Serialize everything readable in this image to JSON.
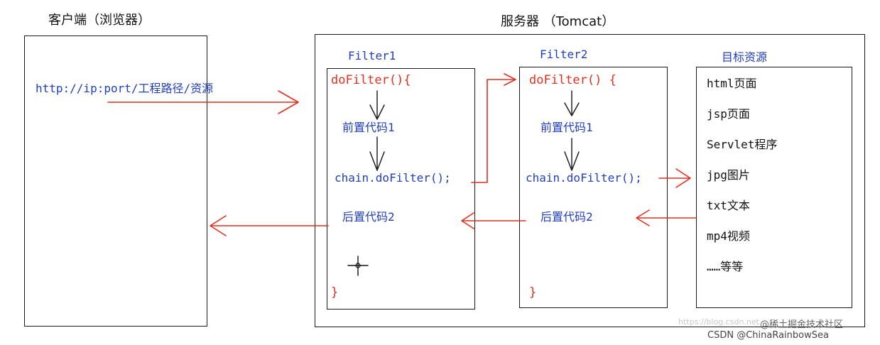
{
  "client": {
    "title": "客户端（浏览器）",
    "url": "http://ip:port/工程路径/资源"
  },
  "server": {
    "title": "服务器  （Tomcat）"
  },
  "filter1": {
    "title": "Filter1",
    "open": "doFilter(){",
    "pre": "前置代码1",
    "chain": "chain.doFilter();",
    "post": "后置代码2",
    "close": "}"
  },
  "filter2": {
    "title": "Filter2",
    "open": "doFilter() {",
    "pre": "前置代码1",
    "chain": "chain.doFilter();",
    "post": "后置代码2",
    "close": "}"
  },
  "target": {
    "title": "目标资源",
    "items": [
      "html页面",
      "jsp页面",
      "Servlet程序",
      "jpg图片",
      "txt文本",
      "mp4视频",
      "……等等"
    ]
  },
  "watermark": {
    "line1": "@稀土掘金技术社区",
    "line2": "CSDN @ChinaRainbowSea",
    "faint": "https://blog.csdn.net"
  },
  "colors": {
    "arrow": "#e0301e",
    "text_blue": "#1f3fbf",
    "text_red": "#e0301e",
    "border": "#1a1a1a"
  }
}
